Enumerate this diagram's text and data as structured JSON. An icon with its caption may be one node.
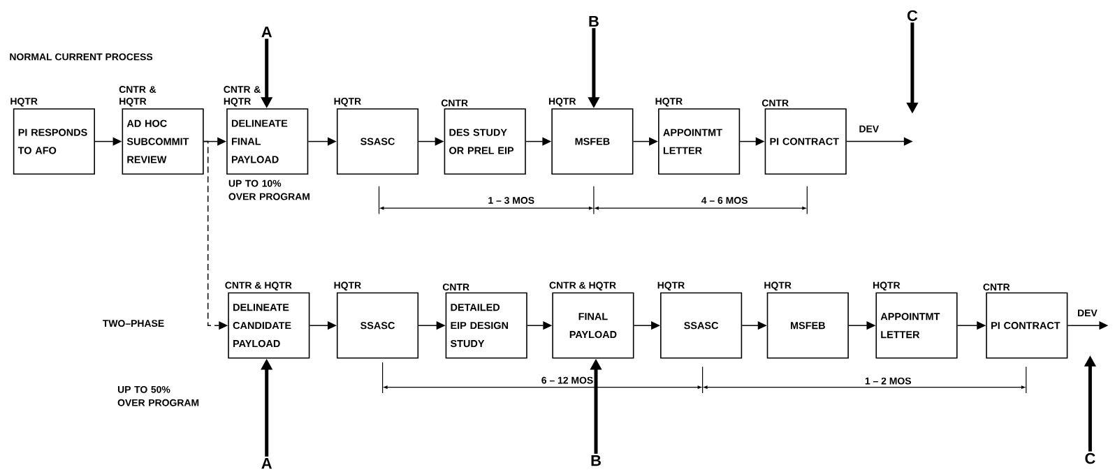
{
  "diagram": {
    "nodes": [
      {
        "text": [
          "PI RESPONDS TO AFO"
        ],
        "beside": [
          "HQTR"
        ]
      },
      {
        "text": [
          "AD HOC SUBCOMMIT REVIEW"
        ],
        "beside": [
          "CNTR & HQTR"
        ]
      },
      {
        "text": [
          "DELINEATE FINAL PAYLOAD"
        ],
        "beside": [
          "CNTR & HQTR",
          "UP TO 10% OVER PROGRAM"
        ]
      },
      {
        "text": [
          "SSASC"
        ],
        "beside": [
          "HQTR"
        ]
      },
      {
        "text": [
          "DES STUDY OR PREL EIP"
        ],
        "beside": [
          "CNTR"
        ]
      },
      {
        "text": [
          "MSFEB"
        ],
        "beside": [
          "HQTR"
        ]
      },
      {
        "text": [
          "APPOINTMT LETTER"
        ],
        "beside": [
          "HQTR"
        ]
      },
      {
        "text": [
          "PI CONTRACT"
        ],
        "beside": [
          "CNTR"
        ]
      },
      {
        "text": [
          "DELINEATE CANDIDATE PAYLOAD"
        ],
        "beside": [
          "CNTR & HQTR"
        ]
      },
      {
        "text": [
          "SSASC"
        ],
        "beside": [
          "HQTR"
        ]
      },
      {
        "text": [
          "DETAILED EIP DESIGN STUDY"
        ],
        "beside": [
          "CNTR"
        ]
      },
      {
        "text": [
          "FINAL PAYLOAD"
        ],
        "beside": [
          "CNTR & HQTR"
        ]
      },
      {
        "text": [
          "SSASC"
        ],
        "beside": [
          "HQTR"
        ]
      },
      {
        "text": [
          "MSFEB"
        ],
        "beside": [
          "HQTR"
        ]
      },
      {
        "text": [
          "APPOINTMT LETTER"
        ],
        "beside": [
          "HQTR"
        ]
      },
      {
        "text": [
          "PI CONTRACT"
        ],
        "beside": [
          "CNTR"
        ]
      },
      {
        "text": [
          "A"
        ]
      },
      {
        "text": [
          "B"
        ]
      },
      {
        "text": [
          "C"
        ]
      },
      {
        "text": [
          "A"
        ]
      },
      {
        "text": [
          "B"
        ]
      },
      {
        "text": [
          "C"
        ]
      }
    ],
    "edges": [
      {
        "from": 0,
        "to": 1,
        "arrow": "to"
      },
      {
        "from": 1,
        "to": 2,
        "arrow": "to"
      },
      {
        "from": 2,
        "to": 3,
        "arrow": "to"
      },
      {
        "from": 3,
        "to": 4,
        "arrow": "to"
      },
      {
        "from": 4,
        "to": 5,
        "arrow": "to"
      },
      {
        "from": 5,
        "to": 6,
        "arrow": "to"
      },
      {
        "from": 6,
        "to": 7,
        "arrow": "to"
      },
      {
        "from": 7,
        "to": null,
        "arrow": "to",
        "label": "DEV"
      },
      {
        "from": 1,
        "to": 8,
        "arrow": "to",
        "style": "dashed"
      },
      {
        "from": 8,
        "to": 9,
        "arrow": "to"
      },
      {
        "from": 9,
        "to": 10,
        "arrow": "to"
      },
      {
        "from": 10,
        "to": 11,
        "arrow": "to"
      },
      {
        "from": 11,
        "to": 12,
        "arrow": "to"
      },
      {
        "from": 12,
        "to": 13,
        "arrow": "to"
      },
      {
        "from": 13,
        "to": 14,
        "arrow": "to"
      },
      {
        "from": 14,
        "to": 15,
        "arrow": "to"
      },
      {
        "from": 15,
        "to": null,
        "arrow": "to",
        "label": "DEV"
      },
      {
        "from": 16,
        "to": 2,
        "arrow": "to",
        "style": "thick"
      },
      {
        "from": 17,
        "to": 5,
        "arrow": "to",
        "style": "thick"
      },
      {
        "from": 18,
        "to": null,
        "arrow": "to",
        "style": "thick"
      },
      {
        "from": 19,
        "to": 8,
        "arrow": "to",
        "style": "thick"
      },
      {
        "from": 20,
        "to": 11,
        "arrow": "to",
        "style": "thick"
      },
      {
        "from": 21,
        "to": null,
        "arrow": "to",
        "style": "thick"
      }
    ],
    "labels": [
      "NORMAL CURRENT PROCESS",
      "1 – 3 MOS",
      "4 – 6 MOS",
      "TWO–PHASE",
      "UP TO 50% OVER PROGRAM",
      "6 – 12 MOS",
      "1 – 2 MOS"
    ]
  }
}
